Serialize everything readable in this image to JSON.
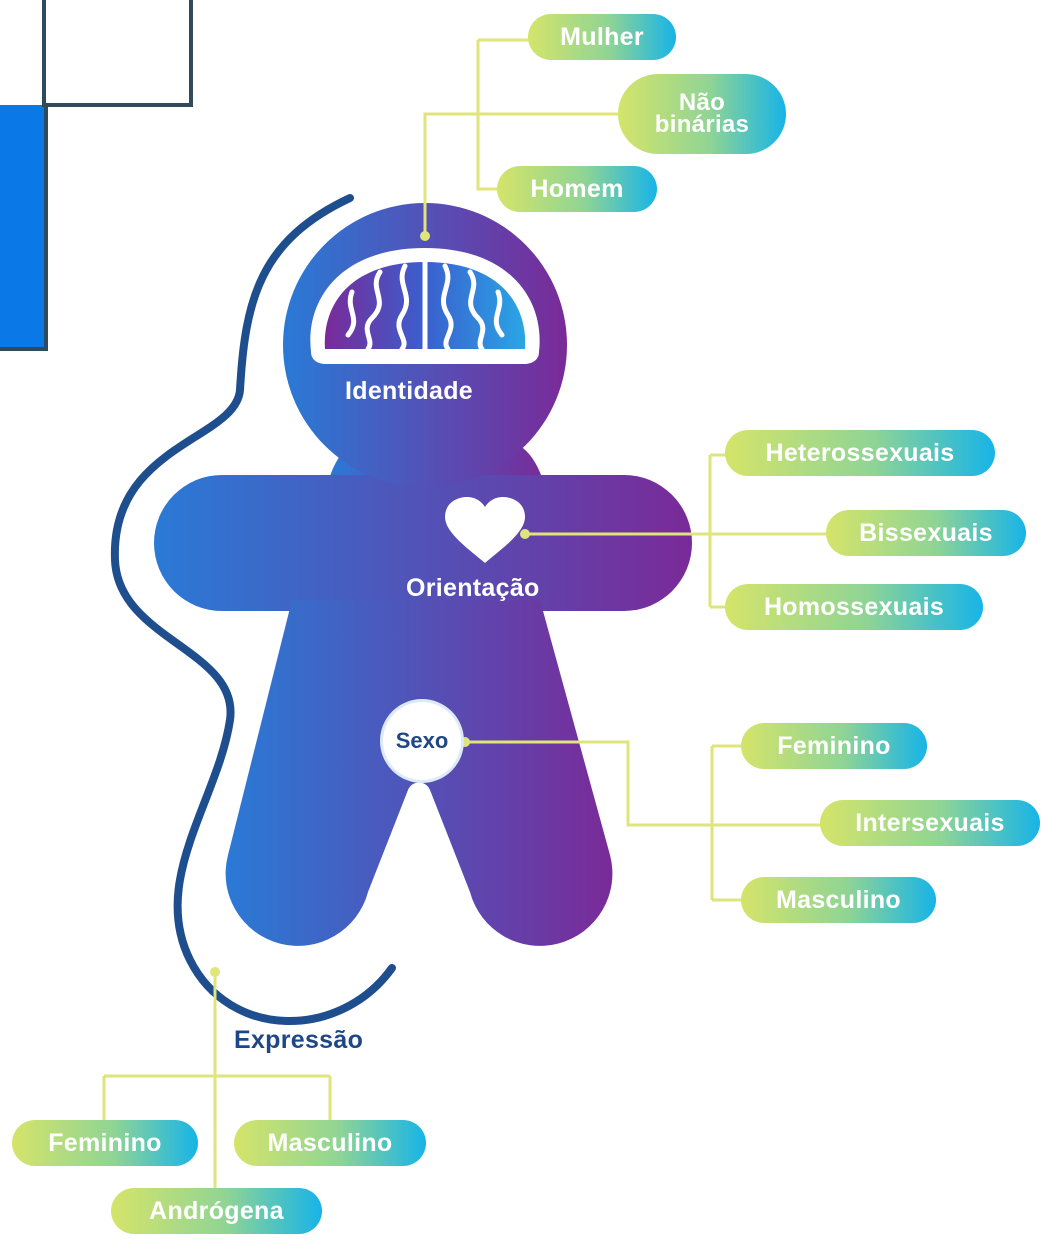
{
  "colors": {
    "body_gradient_start": "#2a7ad6",
    "body_gradient_end": "#7a2a98",
    "pill_gradient_start": "#d5e46a",
    "pill_gradient_end": "#17b4e8",
    "connector": "#dfe57a",
    "arc": "#1f4e8f",
    "corner_square_border": "#2f4a5c",
    "corner_square_fill": "#0a78e6"
  },
  "diagram": {
    "center_labels": {
      "identity": "Identidade",
      "orientation": "Orientação",
      "sex": "Sexo",
      "expression": "Expressão"
    },
    "identity_options": [
      {
        "line1": "Mulher"
      },
      {
        "line1": "Não",
        "line2": "binárias"
      },
      {
        "line1": "Homem"
      }
    ],
    "orientation_options": [
      "Heterossexuais",
      "Bissexuais",
      "Homossexuais"
    ],
    "sex_options": [
      "Feminino",
      "Intersexuais",
      "Masculino"
    ],
    "expression_options": [
      "Feminino",
      "Masculino",
      "Andrógena"
    ],
    "icons": {
      "identity": "brain-icon",
      "orientation": "heart-icon"
    }
  }
}
